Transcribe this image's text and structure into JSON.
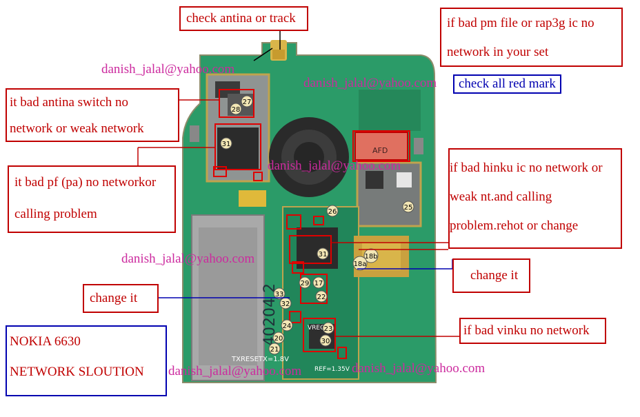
{
  "notes": {
    "antenna_track": "check antina or track",
    "pm_file": [
      "if bad pm file or rap3g ic no",
      "network in your set"
    ],
    "antenna_switch": [
      "it bad antina switch no",
      "network or weak network"
    ],
    "pf_pa": [
      "it bad pf (pa) no networkor",
      "calling problem"
    ],
    "hinku": [
      "if bad hinku ic no network or",
      "weak nt.and calling",
      "problem.rehot or change"
    ],
    "change_right": "change it",
    "change_left": "change it",
    "vinku": "if bad vinku no network",
    "title": [
      "NOKIA 6630",
      "NETWORK SLOUTION"
    ]
  },
  "check_all": "check all red mark",
  "emails": [
    "danish_jalal@yahoo.com",
    "danish_jalal@yahoo.com",
    "danish_jalal@yahoo.com",
    "danish_jalal@yahoo.com",
    "danish_jalal@yahoo.com",
    "danish_jalal@yahoo.com"
  ],
  "board": {
    "markers": [
      "27",
      "28",
      "31",
      "26",
      "25",
      "31",
      "18b",
      "18a",
      "29",
      "17",
      "22",
      "33",
      "32",
      "24",
      "20",
      "21",
      "23",
      "30"
    ],
    "silk": [
      "40204 2",
      "TXRESETX=1.8V",
      "VREG2",
      "REF=1.35V",
      "AFD"
    ]
  },
  "colors": {
    "annotation": "#c00000",
    "email": "#cc2a9e",
    "accent": "#0000b0",
    "pcb": "#1f9a63"
  }
}
